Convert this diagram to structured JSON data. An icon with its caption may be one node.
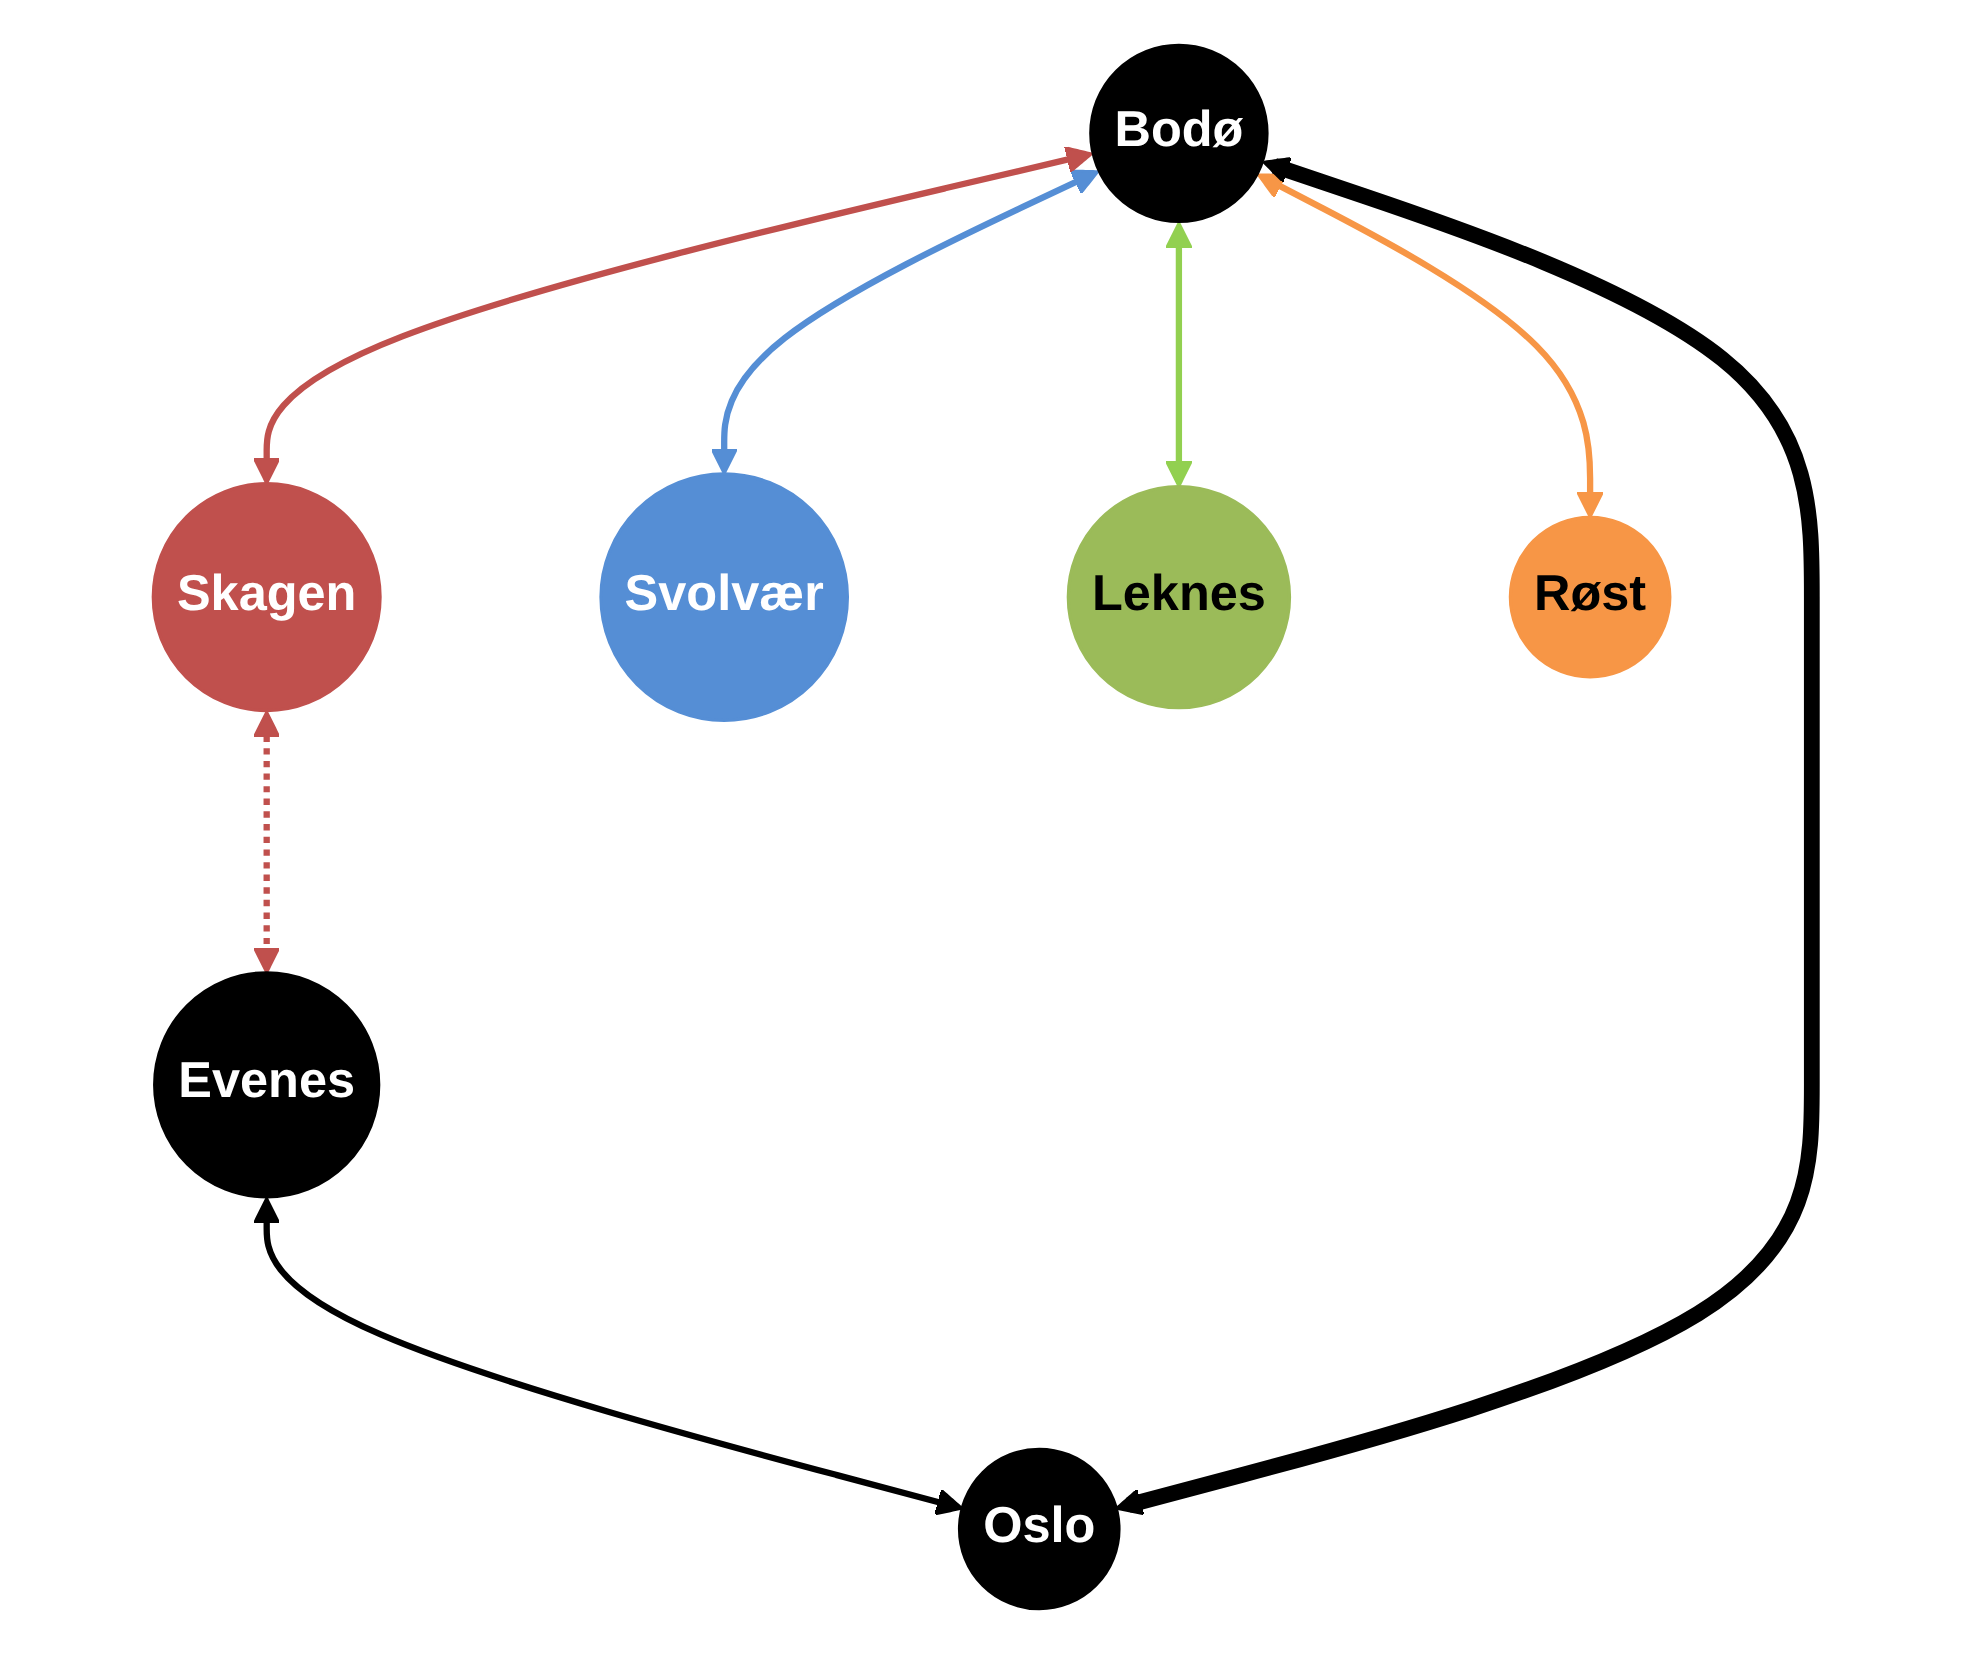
{
  "diagram": {
    "nodes": [
      {
        "text": [
          "Skagen"
        ]
      },
      {
        "text": [
          "Svolvær"
        ]
      },
      {
        "text": [
          "Leknes"
        ]
      },
      {
        "text": [
          "Evenes"
        ]
      },
      {
        "text": [
          "Røst"
        ]
      },
      {
        "text": [
          "Bodø"
        ]
      },
      {
        "text": [
          "Oslo"
        ]
      }
    ],
    "edges": [
      {
        "from": 5,
        "to": 4,
        "arrow": "both",
        "color": "#f79646"
      },
      {
        "from": 5,
        "to": 2,
        "arrow": "both",
        "color": "#92d050"
      },
      {
        "from": 5,
        "to": 1,
        "arrow": "both",
        "color": "#558ed5"
      },
      {
        "from": 5,
        "to": 0,
        "arrow": "both",
        "color": "#c0504d"
      },
      {
        "from": 0,
        "to": 3,
        "arrow": "both",
        "style": "dashed",
        "color": "#c0504d"
      },
      {
        "from": 3,
        "to": 6,
        "arrow": "both",
        "color": "#000000"
      },
      {
        "from": 5,
        "to": 6,
        "arrow": "both",
        "style": "thick",
        "color": "#000000"
      }
    ]
  }
}
